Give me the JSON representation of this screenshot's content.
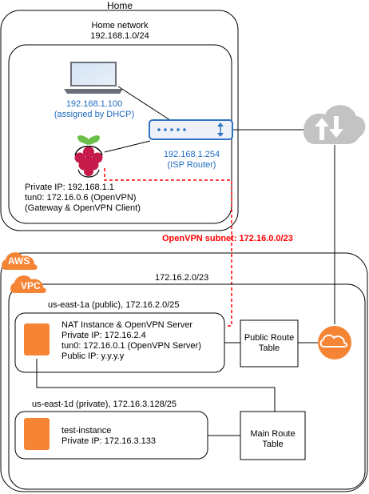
{
  "home": {
    "title": "Home",
    "network_title": "Home network",
    "network_cidr": "192.168.1.0/24"
  },
  "laptop": {
    "ip": "192.168.1.100",
    "note": "(assigned by DHCP)"
  },
  "router": {
    "ip": "192.168.1.254",
    "name": "(ISP Router)"
  },
  "raspberry_pi": {
    "line1": "Private IP: 192.168.1.1",
    "line2": "tun0: 172.16.0.6 (OpenVPN)",
    "line3": "(Gateway & OpenVPN Client)"
  },
  "openvpn_subnet": "OpenVPN subnet: 172.16.0.0/23",
  "aws": {
    "badge": "AWS",
    "cidr": "172.16.2.0/23"
  },
  "vpc": {
    "badge": "VPC"
  },
  "public_subnet": {
    "title": "us-east-1a (public), 172.16.2.0/25",
    "instance_line1": "NAT Instance & OpenVPN Server",
    "instance_line2": "Private IP: 172.16.2.4",
    "instance_line3": "tun0: 172.16.0.1 (OpenVPN Server)",
    "instance_line4": "Public IP: y.y.y.y"
  },
  "private_subnet": {
    "title": "us-east-1d (private), 172.16.3.128/25",
    "instance_line1": "test-instance",
    "instance_line2": "Private IP: 172.16.3.133"
  },
  "public_route_table": {
    "line1": "Public Route",
    "line2": "Table"
  },
  "main_route_table": {
    "line1": "Main Route",
    "line2": "Table"
  },
  "colors": {
    "aws_orange": "#f58535",
    "link_blue": "#1f6bc1",
    "vpn_red": "#ff0000",
    "internet_gray": "#c3c3c3",
    "router_blue": "#2f73c4"
  }
}
